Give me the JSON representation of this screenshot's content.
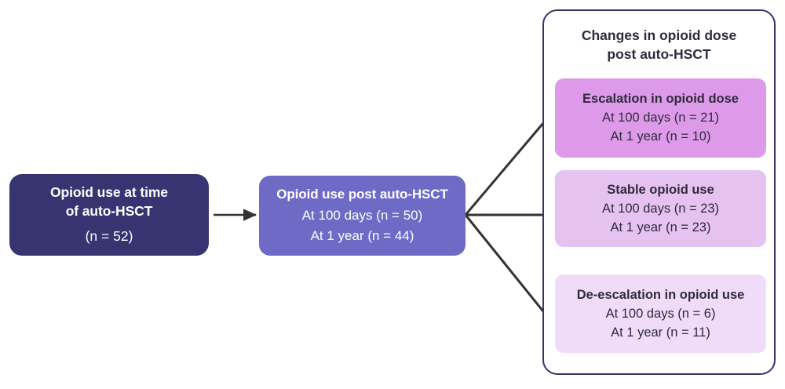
{
  "diagram": {
    "type": "flowchart",
    "nodes": {
      "source": {
        "title_line1": "Opioid use at time",
        "title_line2": "of auto-HSCT",
        "count": "(n = 52)",
        "color": "#383371",
        "text_color": "#ffffff"
      },
      "post": {
        "title": "Opioid use post auto-HSCT",
        "line1": "At 100 days (n = 50)",
        "line2": "At 1 year (n = 44)",
        "color": "#6e6ac6",
        "text_color": "#ffffff"
      }
    },
    "panel": {
      "heading_line1": "Changes in opioid dose",
      "heading_line2": "post auto-HSCT",
      "border_color": "#3a3466",
      "background": "#ffffff",
      "items": [
        {
          "key": "escalation",
          "title": "Escalation in opioid dose",
          "line1": "At 100 days (n = 21)",
          "line2": "At 1 year (n = 10)",
          "color": "#dd9ae9"
        },
        {
          "key": "stable",
          "title": "Stable opioid use",
          "line1": "At 100 days (n = 23)",
          "line2": "At 1 year (n = 23)",
          "color": "#e6c2f0"
        },
        {
          "key": "deescalation",
          "title": "De-escalation in opioid use",
          "line1": "At 100 days (n = 6)",
          "line2": "At 1 year (n = 11)",
          "color": "#f0dbf8"
        }
      ]
    },
    "connectors": {
      "arrow_color": "#333333",
      "branch_color": "#333333"
    }
  }
}
